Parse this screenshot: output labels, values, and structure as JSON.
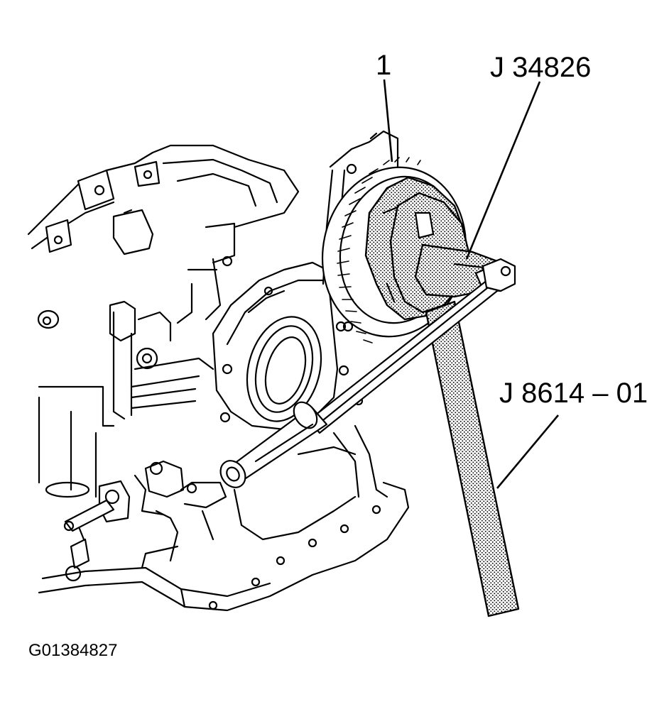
{
  "figure": {
    "callouts": {
      "item_1": "1",
      "tool_holder": "J 34826",
      "tool_wrench": "J 8614 – 01"
    },
    "figure_id": "G01384827"
  },
  "colors": {
    "line": "#000000",
    "background": "#ffffff",
    "stipple": "#000000"
  }
}
